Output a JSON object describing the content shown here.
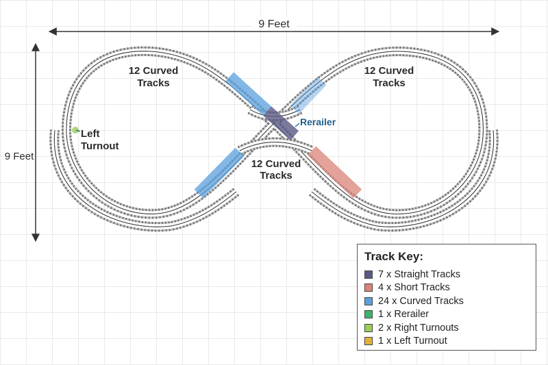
{
  "dimensions": {
    "width_label": "9 Feet",
    "height_label": "9 Feet"
  },
  "labels": {
    "left_loop": [
      "12 Curved",
      "Tracks"
    ],
    "right_loop": [
      "12 Curved",
      "Tracks"
    ],
    "bottom_center": [
      "12 Curved",
      "Tracks"
    ],
    "left_turnout": [
      "Left",
      "Turnout"
    ],
    "rerailer": "Rerailer"
  },
  "track_key": {
    "title": "Track Key:",
    "items": [
      {
        "label": "7 x Straight Tracks",
        "color": "#5a5a86"
      },
      {
        "label": "4 x Short Tracks",
        "color": "#d98478"
      },
      {
        "label": "24 x Curved Tracks",
        "color": "#5aa0de"
      },
      {
        "label": "1 x Rerailer",
        "color": "#3bb36a"
      },
      {
        "label": "2 x Right Turnouts",
        "color": "#9ccd55"
      },
      {
        "label": "1 x Left Turnout",
        "color": "#e2b238"
      }
    ]
  },
  "colors": {
    "track_base": "#bdbdbd",
    "tie_color": "#5a5a5a",
    "rail_color": "#3a3a3a",
    "straight_highlight": "#5a5a86",
    "short_highlight": "#d98478",
    "curved_highlight": "#5aa0de",
    "accent_label": "#1f5f8b"
  }
}
